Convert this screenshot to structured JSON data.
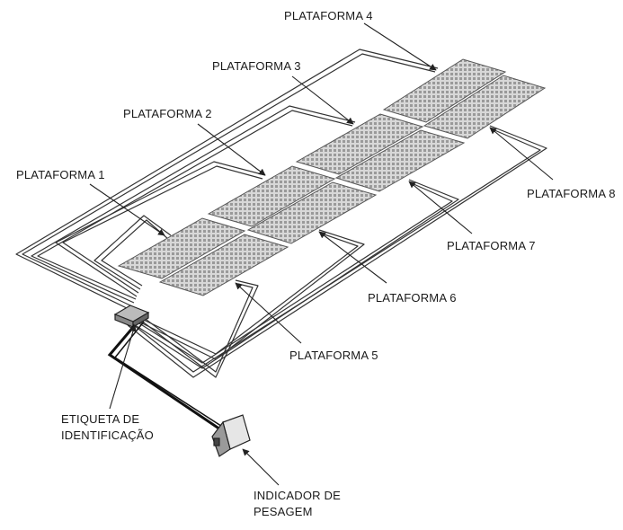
{
  "labels": {
    "p1": "PLATAFORMA 1",
    "p2": "PLATAFORMA 2",
    "p3": "PLATAFORMA 3",
    "p4": "PLATAFORMA 4",
    "p5": "PLATAFORMA 5",
    "p6": "PLATAFORMA 6",
    "p7": "PLATAFORMA 7",
    "p8": "PLATAFORMA 8",
    "tag_line1": "ETIQUETA DE",
    "tag_line2": "IDENTIFICAÇÃO",
    "indicator_line1": "INDICADOR DE",
    "indicator_line2": "PESAGEM"
  }
}
